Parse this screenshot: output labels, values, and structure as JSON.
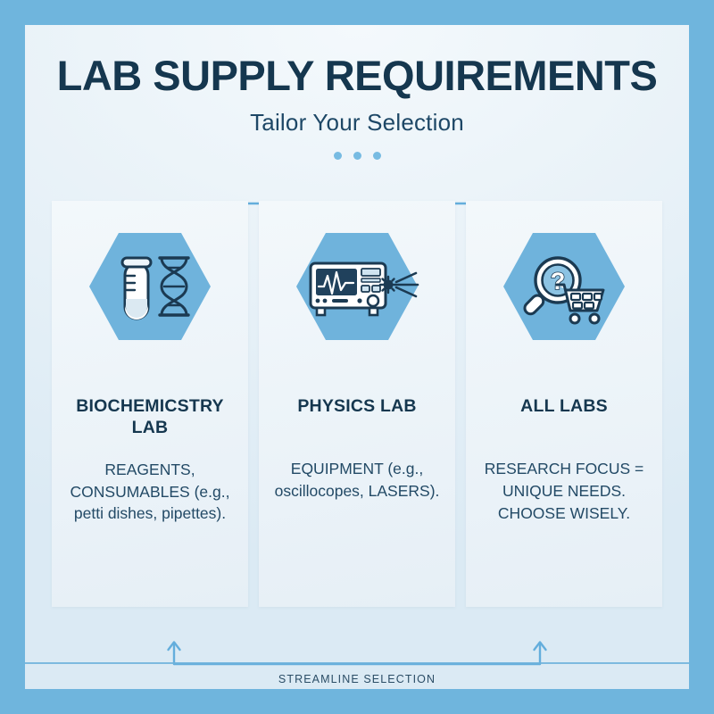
{
  "header": {
    "title": "LAB SUPPLY REQUIREMENTS",
    "subtitle": "Tailor Your Selection",
    "dot_count": 3
  },
  "colors": {
    "frame_blue": "#6fb5dd",
    "panel_light": "#e9f2f8",
    "hex_blue": "#6fb3dc",
    "heading_navy": "#15374f",
    "body_navy": "#234a66",
    "arrow_blue": "#64aedc",
    "dot_blue": "#77bbe2",
    "icon_white": "#ffffff",
    "icon_outline": "#1b3a52"
  },
  "connectors": {
    "top_bracket": {
      "icon": "bracket-down-arrows",
      "arrow_direction": "down"
    },
    "bottom_bracket": {
      "icon": "bracket-up-arrows",
      "arrow_direction": "up"
    }
  },
  "cards": [
    {
      "id": "biochemistry-lab",
      "icon": "test-tube-dna-icon",
      "title": "BIOCHEMICSTRY LAB",
      "body": "REAGENTS, CONSUMABLES (e.g., petti dishes, pipettes)."
    },
    {
      "id": "physics-lab",
      "icon": "oscilloscope-laser-icon",
      "title": "PHYSICS LAB",
      "body": "EQUIPMENT (e.g., oscillocopes, LASERS)."
    },
    {
      "id": "all-labs",
      "icon": "magnifier-question-cart-icon",
      "title": "ALL LABS",
      "body": "RESEARCH FOCUS = UNIQUE NEEDS. CHOOSE WISELY."
    }
  ],
  "footer": {
    "label": "STREAMLINE SELECTION"
  }
}
